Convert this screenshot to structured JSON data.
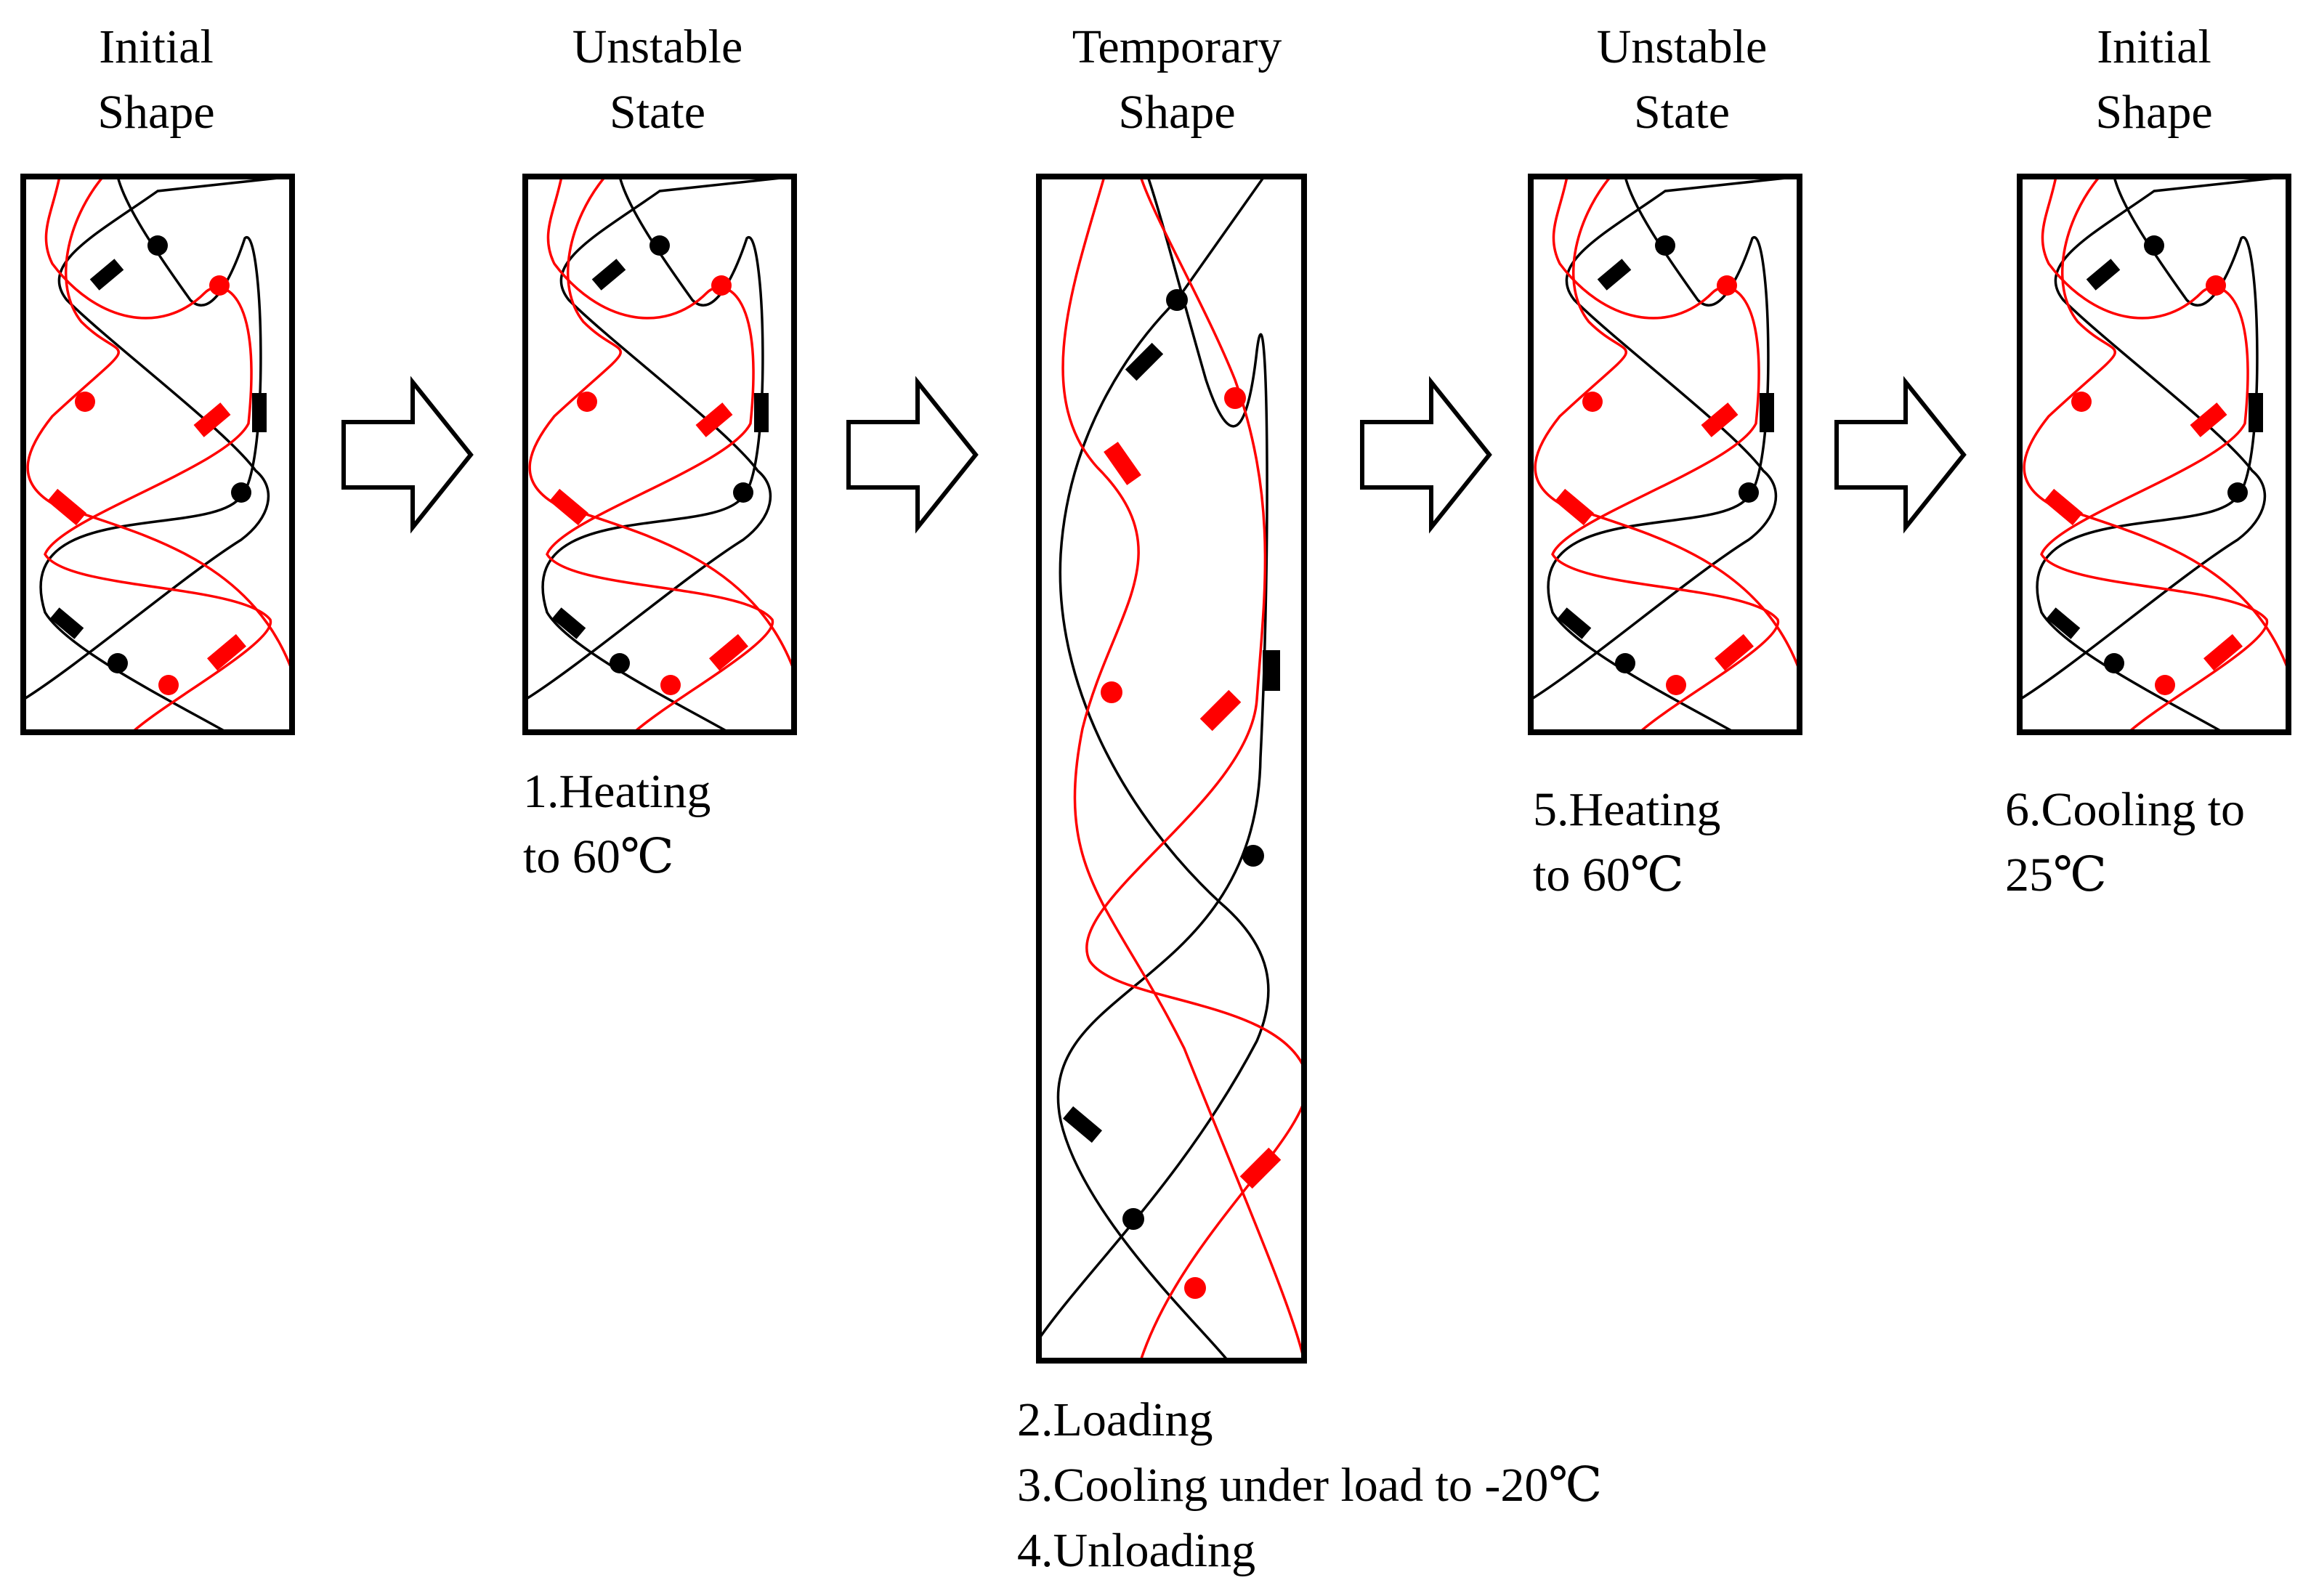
{
  "panels": [
    {
      "title": "Initial\nShape",
      "caption": "1.Heating\n  to 60℃"
    },
    {
      "title": "Unstable\nState",
      "caption": ""
    },
    {
      "title": "Temporary\nShape",
      "caption": "2.Loading\n3.Cooling under load to -20℃\n4.Unloading"
    },
    {
      "title": "Unstable\nState",
      "caption": "5.Heating\n  to 60℃"
    },
    {
      "title": "Initial\nShape",
      "caption": "6.Cooling to\n 25℃"
    }
  ],
  "colors": {
    "chain_black": "#000000",
    "chain_red": "#ff0000",
    "frame": "#000000",
    "background": "#ffffff"
  }
}
